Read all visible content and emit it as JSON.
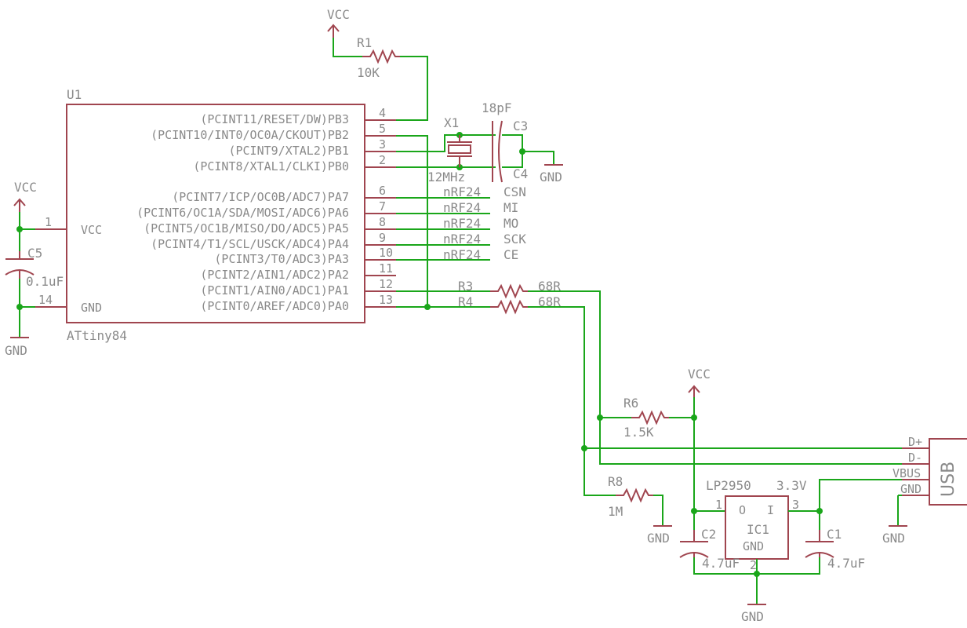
{
  "power": {
    "vcc": "VCC",
    "gnd": "GND"
  },
  "u1": {
    "ref": "U1",
    "value": "ATtiny84",
    "pwr_vcc": "VCC",
    "pwr_gnd": "GND",
    "pwr_vcc_num": "1",
    "pwr_gnd_num": "14",
    "pins": [
      {
        "label": "(PCINT11/RESET/DW)PB3",
        "num": "4"
      },
      {
        "label": "(PCINT10/INT0/OC0A/CKOUT)PB2",
        "num": "5"
      },
      {
        "label": "(PCINT9/XTAL2)PB1",
        "num": "3"
      },
      {
        "label": "(PCINT8/XTAL1/CLKI)PB0",
        "num": "2"
      },
      {
        "label": "(PCINT7/ICP/OC0B/ADC7)PA7",
        "num": "6"
      },
      {
        "label": "(PCINT6/OC1A/SDA/MOSI/ADC6)PA6",
        "num": "7"
      },
      {
        "label": "(PCINT5/OC1B/MISO/DO/ADC5)PA5",
        "num": "8"
      },
      {
        "label": "(PCINT4/T1/SCL/USCK/ADC4)PA4",
        "num": "9"
      },
      {
        "label": "(PCINT3/T0/ADC3)PA3",
        "num": "10"
      },
      {
        "label": "(PCINT2/AIN1/ADC2)PA2",
        "num": "11"
      },
      {
        "label": "(PCINT1/AIN0/ADC1)PA1",
        "num": "12"
      },
      {
        "label": "(PCINT0/AREF/ADC0)PA0",
        "num": "13"
      }
    ]
  },
  "nrf": [
    {
      "net": "nRF24",
      "sig": "CSN"
    },
    {
      "net": "nRF24",
      "sig": "MI"
    },
    {
      "net": "nRF24",
      "sig": "MO"
    },
    {
      "net": "nRF24",
      "sig": "SCK"
    },
    {
      "net": "nRF24",
      "sig": "CE"
    }
  ],
  "r1": {
    "ref": "R1",
    "value": "10K"
  },
  "x1": {
    "ref": "X1",
    "value": "12MHz"
  },
  "c3": {
    "ref": "C3",
    "value": "18pF"
  },
  "c4": {
    "ref": "C4"
  },
  "c5": {
    "ref": "C5",
    "value": "0.1uF"
  },
  "r3": {
    "ref": "R3",
    "value": "68R"
  },
  "r4": {
    "ref": "R4",
    "value": "68R"
  },
  "r6": {
    "ref": "R6",
    "value": "1.5K"
  },
  "r8": {
    "ref": "R8",
    "value": "1M"
  },
  "ic1": {
    "ref": "IC1",
    "part": "LP2950",
    "volt": "3.3V",
    "pin_o": "O",
    "pin_i": "I",
    "gnd": "GND",
    "pin1": "1",
    "pin2": "2",
    "pin3": "3"
  },
  "c1": {
    "ref": "C1",
    "value": "4.7uF"
  },
  "c2": {
    "ref": "C2",
    "value": "4.7uF"
  },
  "usb": {
    "label": "USB",
    "pins": [
      "D+",
      "D-",
      "VBUS",
      "GND"
    ]
  }
}
